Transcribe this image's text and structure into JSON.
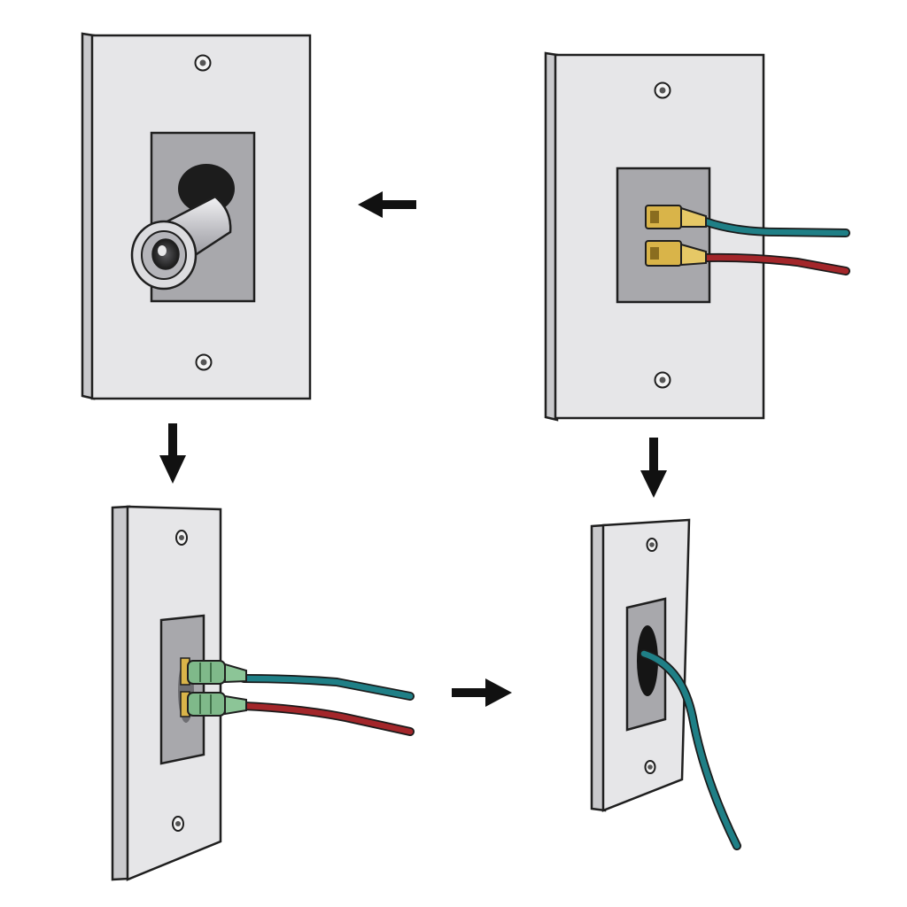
{
  "panels": [
    {
      "id": "top-left",
      "connector": "coaxial-f-connector",
      "cables": []
    },
    {
      "id": "top-right",
      "connector": "binding-post-terminals",
      "cables": [
        "teal",
        "red"
      ]
    },
    {
      "id": "bottom-left",
      "connector": "banana-plug-terminals",
      "cables": [
        "teal",
        "red"
      ]
    },
    {
      "id": "bottom-right",
      "connector": "pass-through-grommet",
      "cables": [
        "teal"
      ]
    }
  ],
  "arrows": [
    {
      "id": "arrow-top-middle",
      "direction": "left"
    },
    {
      "id": "arrow-left-column",
      "direction": "down"
    },
    {
      "id": "arrow-right-column",
      "direction": "down"
    },
    {
      "id": "arrow-bottom-middle",
      "direction": "right"
    }
  ],
  "colors": {
    "background": "#ffffff",
    "plate": "#e4e4e6",
    "plate_edge": "#c9c9cc",
    "outline": "#1f1f1f",
    "recess": "#a9a9ad",
    "cable_teal": "#1f7f86",
    "cable_red": "#a3262a",
    "terminal_gold": "#d7b347",
    "plug_green": "#7fb98a",
    "metal": "#c8c8cc"
  }
}
